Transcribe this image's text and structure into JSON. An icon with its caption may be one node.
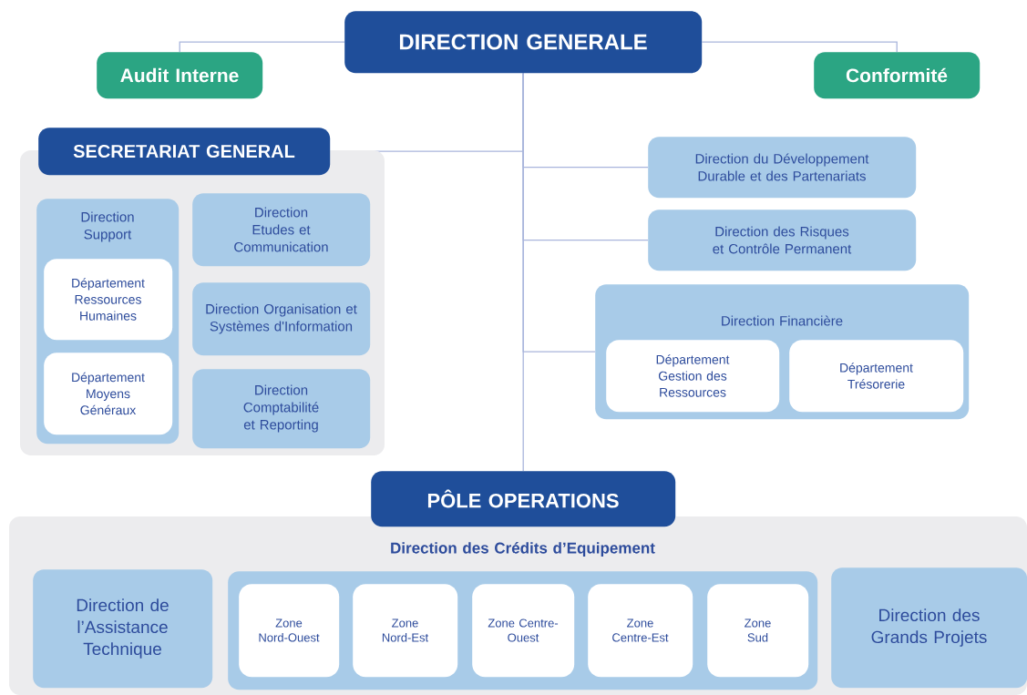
{
  "diagram": {
    "nodes": [
      {
        "text": [
          "DIRECTION GENERALE"
        ]
      },
      {
        "text": [
          "Audit Interne"
        ]
      },
      {
        "text": [
          "Conformité"
        ]
      },
      {
        "text": [
          "SECRETARIAT GENERAL"
        ]
      },
      {
        "text": [
          "Direction Support"
        ],
        "in": 3
      },
      {
        "text": [
          "Département Ressources Humaines"
        ],
        "in": 4
      },
      {
        "text": [
          "Département Moyens Généraux"
        ],
        "in": 4
      },
      {
        "text": [
          "Direction Etudes et Communication"
        ],
        "in": 3
      },
      {
        "text": [
          "Direction Organisation et Systèmes d'Information"
        ],
        "in": 3
      },
      {
        "text": [
          "Direction Comptabilité et Reporting"
        ],
        "in": 3
      },
      {
        "text": [
          "Direction du Développement Durable et des Partenariats"
        ]
      },
      {
        "text": [
          "Direction des Risques et Contrôle Permanent"
        ]
      },
      {
        "text": [
          "Direction Financière"
        ]
      },
      {
        "text": [
          "Département Gestion des Ressources"
        ],
        "in": 12
      },
      {
        "text": [
          "Département Trésorerie"
        ],
        "in": 12
      },
      {
        "text": [
          "PÔLE OPERATIONS"
        ]
      },
      {
        "text": [
          "Direction de l’Assistance Technique"
        ],
        "in": 15
      },
      {
        "text": [
          "Direction des Crédits d’Equipement"
        ],
        "in": 15
      },
      {
        "text": [
          "Zone Nord-Ouest"
        ],
        "in": 17
      },
      {
        "text": [
          "Zone Nord-Est"
        ],
        "in": 17
      },
      {
        "text": [
          "Zone Centre-Ouest"
        ],
        "in": 17
      },
      {
        "text": [
          "Zone Centre-Est"
        ],
        "in": 17
      },
      {
        "text": [
          "Zone Sud"
        ],
        "in": 17
      },
      {
        "text": [
          "Direction des Grands Projets"
        ],
        "in": 15
      }
    ],
    "edges": [
      {
        "from": 0,
        "to": 1,
        "arrow": "none"
      },
      {
        "from": 0,
        "to": 2,
        "arrow": "none"
      },
      {
        "from": 0,
        "to": 3,
        "arrow": "none"
      },
      {
        "from": 0,
        "to": 10,
        "arrow": "none"
      },
      {
        "from": 0,
        "to": 11,
        "arrow": "none"
      },
      {
        "from": 0,
        "to": 12,
        "arrow": "none"
      },
      {
        "from": 0,
        "to": 15,
        "arrow": "none"
      }
    ]
  }
}
